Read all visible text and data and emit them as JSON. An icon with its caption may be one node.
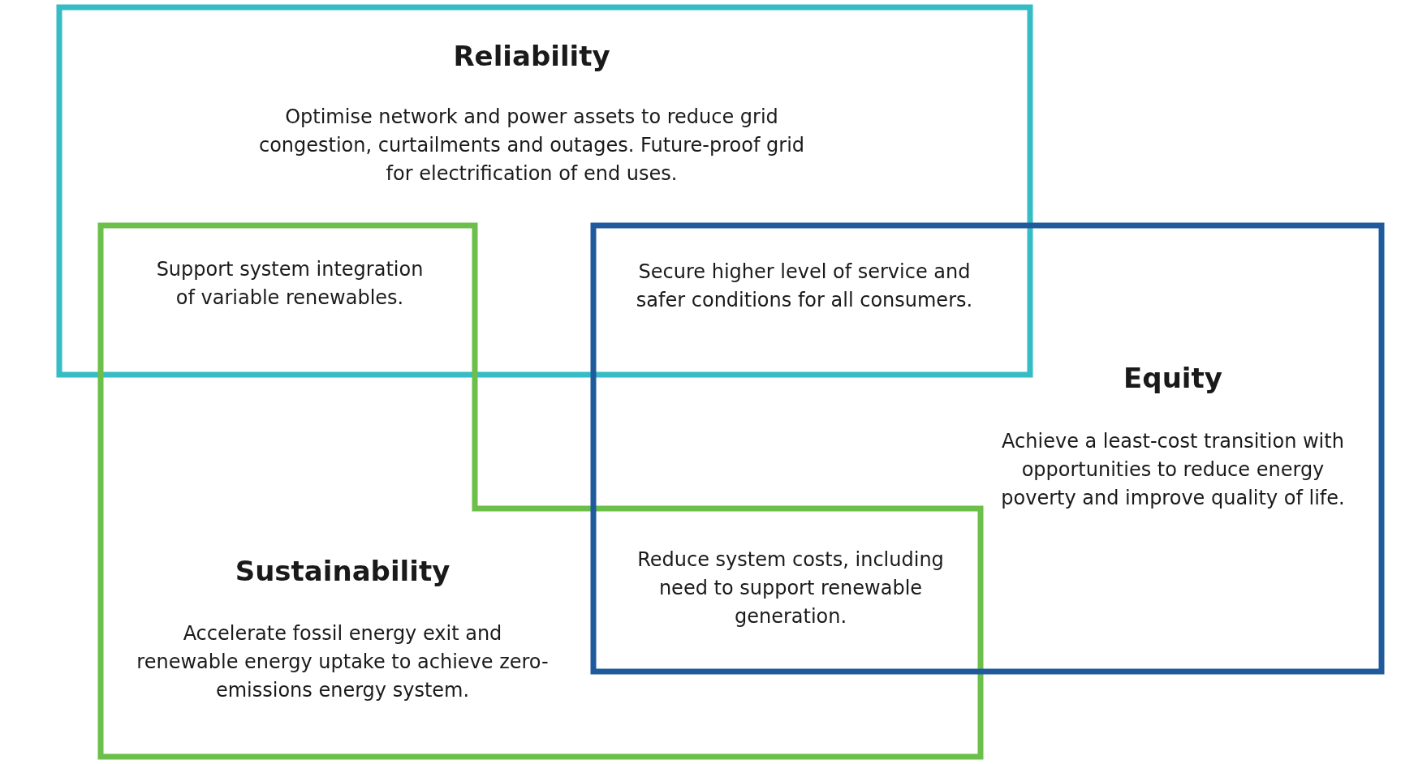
{
  "diagram": {
    "nodes": [
      {
        "text": [
          "Reliability",
          "Optimise network and power assets to reduce grid congestion, curtailments and outages. Future-proof grid for electrification of end uses."
        ]
      },
      {
        "text": [
          "Sustainability",
          "Accelerate fossil energy exit and renewable energy uptake to achieve zero-emissions energy system."
        ]
      },
      {
        "text": [
          "Equity",
          "Achieve a least-cost transition with opportunities to reduce energy poverty and improve quality of life."
        ]
      }
    ],
    "labels": [
      "Support system integration of variable renewables.",
      "Secure higher level of service and safer conditions for all consumers.",
      "Reduce system costs, including need to support renewable generation."
    ]
  }
}
